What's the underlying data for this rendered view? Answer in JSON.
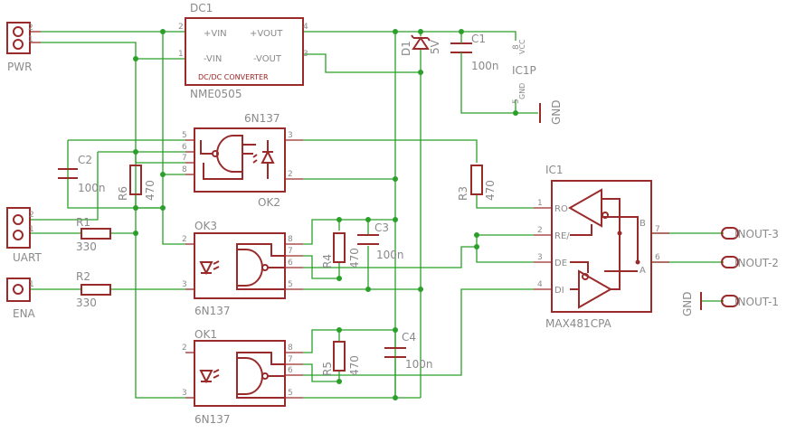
{
  "connectors": {
    "pwr": {
      "name": "PWR",
      "pins": [
        "2",
        "1"
      ]
    },
    "uart": {
      "name": "UART",
      "pins": [
        "2",
        "1"
      ]
    },
    "ena": {
      "name": "ENA",
      "pins": [
        "1"
      ]
    }
  },
  "dc1": {
    "ref": "DC1",
    "value": "NME0505",
    "pin_vin_p": "+VIN",
    "pin_vin_n": "-VIN",
    "pin_vout_p": "+VOUT",
    "pin_vout_n": "-VOUT",
    "body_text": "DC/DC CONVERTER",
    "pin_nums": [
      "2",
      "1",
      "4",
      "3"
    ]
  },
  "d1": {
    "ref": "D1",
    "value": "5V"
  },
  "c1": {
    "ref": "C1",
    "value": "100n"
  },
  "ic1p": {
    "ref": "IC1P",
    "vcc": "VCC",
    "gnd": "GND",
    "pin_vcc": "8",
    "pin_gnd": "5"
  },
  "gnd_top": "GND",
  "ok2": {
    "part": "6N137",
    "ref": "OK2",
    "pins_left": [
      "5",
      "6",
      "7",
      "8"
    ],
    "pins_right": [
      "3",
      "2"
    ]
  },
  "c2": {
    "ref": "C2",
    "value": "100n"
  },
  "r6": {
    "ref": "R6",
    "value": "470"
  },
  "r3": {
    "ref": "R3",
    "value": "470"
  },
  "r1": {
    "ref": "R1",
    "value": "330"
  },
  "r2": {
    "ref": "R2",
    "value": "330"
  },
  "ok3": {
    "ref": "OK3",
    "part": "6N137",
    "pins_left": [
      "2",
      "3"
    ],
    "pins_right": [
      "8",
      "7",
      "6",
      "5"
    ]
  },
  "r4": {
    "ref": "R4",
    "value": "470"
  },
  "c3": {
    "ref": "C3",
    "value": "100n"
  },
  "ok1": {
    "ref": "OK1",
    "part": "6N137",
    "pins_left": [
      "2",
      "3"
    ],
    "pins_right": [
      "8",
      "7",
      "6",
      "5"
    ]
  },
  "r5": {
    "ref": "R5",
    "value": "470"
  },
  "c4": {
    "ref": "C4",
    "value": "100n"
  },
  "ic1": {
    "ref": "IC1",
    "value": "MAX481CPA",
    "pins_left": [
      "RO",
      "RE/",
      "DE",
      "DI"
    ],
    "pins_left_nums": [
      "1",
      "2",
      "3",
      "4"
    ],
    "pin_b": "B",
    "pin_a": "A",
    "pin_b_num": "7",
    "pin_a_num": "6"
  },
  "outputs": [
    "INOUT-3",
    "INOUT-2",
    "INOUT-1"
  ],
  "gnd_out": "GND"
}
